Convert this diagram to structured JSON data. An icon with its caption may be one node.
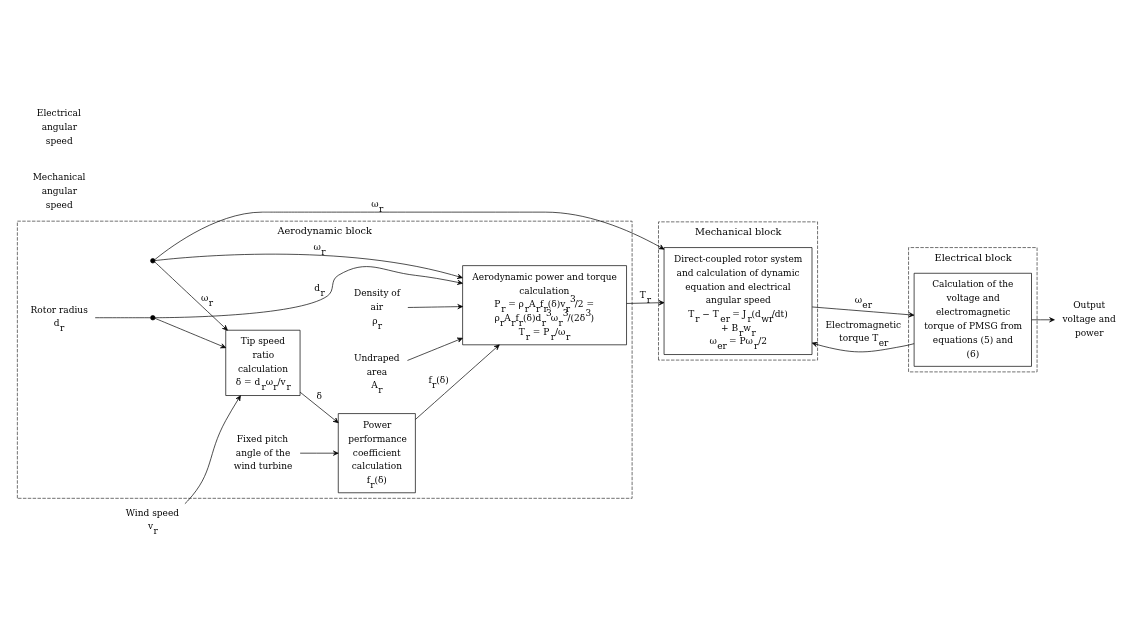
{
  "diagram": {
    "nodes": [
      {
        "text": [
          "Aerodynamic block"
        ]
      },
      {
        "text": [
          "Tip speed ratio calculation",
          "δ = d$_{r}$ω$_{r}$/v$_{r}$"
        ],
        "in": 0
      },
      {
        "text": [
          "Power performance coefficient calculation",
          "f$_{r}$(δ)"
        ],
        "in": 0
      },
      {
        "text": [
          "Aerodynamic power and torque calculation",
          "P$_{r}$ = ρ$_{r}$A$_{r}$f$_{r}$(δ)v$_{r}$$^{3}$/2 = ρ$_{r}$A$_{r}$f$_{r}$(δ)d$_{r}$$^{3}$ω$_{r}$$^{3}$/(2δ$^{3}$)",
          "T$_{r}$ = P$_{r}$/ω$_{r}$"
        ],
        "in": 0
      },
      {
        "text": [
          "Fixed pitch angle of the wind turbine"
        ],
        "in": 0
      },
      {
        "text": [
          "Rotor radius",
          "d$_{r}$"
        ],
        "in": 0
      },
      {
        "text": [
          "Density of air",
          "ρ$_{r}$"
        ],
        "in": 0
      },
      {
        "text": [
          "Undraped area",
          "A$_{r}$"
        ],
        "in": 0
      },
      {
        "text": [
          "Mechanical block"
        ]
      },
      {
        "text": [
          "Direct-coupled rotor system and calculation of dynamic equation and electrical angular speed",
          "T$_{r}$ − T$_{er}$ = J$_{r}$(d$_{wr}$/dt) + B$_{r}$w$_{r}$",
          "ω$_{er}$ = Pω$_{r}$/2"
        ],
        "in": 8
      },
      {
        "text": [
          "Electrical block"
        ]
      },
      {
        "text": [
          "Calculation of the voltage and electromagnetic torque of PMSG from equations (5) and (6)"
        ],
        "in": 10
      },
      {
        "text": [
          "Output voltage and power"
        ]
      },
      {
        "text": [
          "Wind speed",
          "v$_{r}$"
        ]
      },
      {
        "text": [],
        "shape": "circle",
        "in": 0
      },
      {
        "text": [],
        "shape": "circle",
        "in": 0
      }
    ],
    "edges": [
      {
        "from": 13,
        "to": 1,
        "arrow": "to"
      },
      {
        "from": 1,
        "to": 2,
        "arrow": "to",
        "label": "δ"
      },
      {
        "from": 2,
        "to": 3,
        "arrow": "to",
        "label": "f$_{r}$(δ)"
      },
      {
        "from": 3,
        "to": 9,
        "arrow": "to",
        "label": "T$_{r}$"
      },
      {
        "from": 9,
        "to": 11,
        "arrow": "to",
        "label": "ω$_{er}$"
      },
      {
        "from": 11,
        "to": 12,
        "arrow": "to"
      },
      {
        "from": 14,
        "to": 1,
        "arrow": "to",
        "label": "ω$_{r}$"
      },
      {
        "from": 14,
        "to": 3,
        "arrow": "to",
        "label": "ω$_{r}$"
      },
      {
        "from": 14,
        "to": 9,
        "arrow": "to",
        "label": "ω$_{r}$"
      },
      {
        "from": 4,
        "to": 2,
        "arrow": "to"
      },
      {
        "from": 5,
        "to": 15,
        "arrow": "none"
      },
      {
        "from": 15,
        "to": 1,
        "arrow": "to"
      },
      {
        "from": 15,
        "to": 3,
        "arrow": "to",
        "label": "d$_{r}$"
      },
      {
        "from": 6,
        "to": 3,
        "arrow": "to"
      },
      {
        "from": 7,
        "to": 3,
        "arrow": "to"
      },
      {
        "from": 11,
        "to": 9,
        "arrow": "to",
        "label": "Electromagnetic torque T$_{er}$"
      }
    ],
    "labels": [
      "Mechanical angular speed",
      "Electrical angular speed"
    ]
  }
}
